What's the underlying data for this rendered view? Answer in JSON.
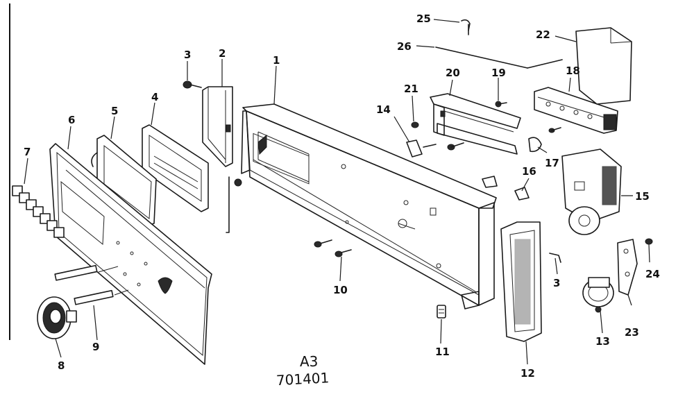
{
  "drawing": {
    "code_line1": "A3",
    "code_line2": "701401"
  },
  "callouts": [
    {
      "label": "1"
    },
    {
      "label": "2"
    },
    {
      "label": "3"
    },
    {
      "label": "4"
    },
    {
      "label": "5"
    },
    {
      "label": "6"
    },
    {
      "label": "7"
    },
    {
      "label": "8"
    },
    {
      "label": "9"
    },
    {
      "label": "10"
    },
    {
      "label": "11"
    },
    {
      "label": "12"
    },
    {
      "label": "13"
    },
    {
      "label": "14"
    },
    {
      "label": "15"
    },
    {
      "label": "16"
    },
    {
      "label": "17"
    },
    {
      "label": "18"
    },
    {
      "label": "19"
    },
    {
      "label": "20"
    },
    {
      "label": "21"
    },
    {
      "label": "22"
    },
    {
      "label": "23"
    },
    {
      "label": "24"
    },
    {
      "label": "25"
    },
    {
      "label": "26"
    },
    {
      "label": "3"
    }
  ],
  "colors": {
    "ink": "#1a1a1a",
    "paper": "#ffffff"
  }
}
